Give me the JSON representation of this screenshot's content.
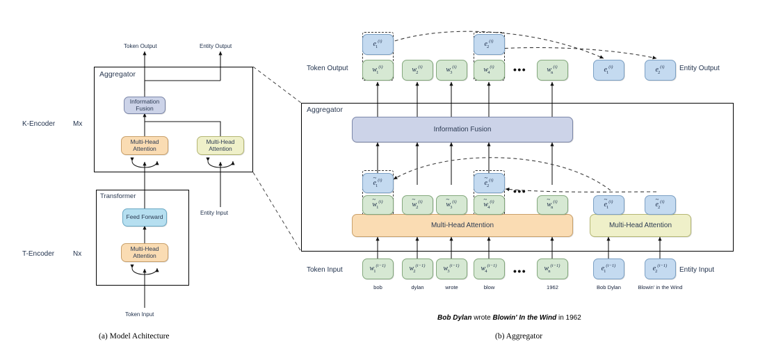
{
  "figure": {
    "caption_a": "(a) Model Achitecture",
    "caption_b": "(b) Aggregator"
  },
  "palette": {
    "information_fusion": "#ccd3e8",
    "token_attention": "#fadcb3",
    "entity_attention": "#eff0c9",
    "feed_forward": "#b6dff0",
    "token_node": "#d6e8d3",
    "entity_node": "#c4daf0",
    "outline": "#000000"
  },
  "panel_a": {
    "encoders": [
      {
        "name": "K-Encoder",
        "repeat": "Mx"
      },
      {
        "name": "T-Encoder",
        "repeat": "Nx"
      }
    ],
    "aggregator_label": "Aggregator",
    "transformer_label": "Transformer",
    "blocks": {
      "information_fusion": "Information Fusion",
      "multi_head_attention": "Multi-Head Attention",
      "feed_forward": "Feed Forward"
    },
    "io_labels": {
      "token_output": "Token Output",
      "entity_output": "Entity Output",
      "token_input": "Token Input",
      "entity_input": "Entity Input"
    }
  },
  "panel_b": {
    "aggregator_label": "Aggregator",
    "information_fusion": "Information Fusion",
    "token_attention": "Multi-Head Attention",
    "entity_attention": "Multi-Head Attention",
    "io_labels": {
      "token_output": "Token Output",
      "entity_output": "Entity Output",
      "token_input": "Token Input",
      "entity_input": "Entity Input"
    },
    "ellipsis": "•••",
    "sentence": {
      "part1": "Bob Dylan",
      "part2": " wrote ",
      "part3": "Blowin' In the Wind",
      "part4": " in 1962"
    },
    "rows": {
      "output": {
        "superscript": "(i)",
        "tilde": false,
        "tokens": [
          {
            "base": "w",
            "sub": "1"
          },
          {
            "base": "w",
            "sub": "2"
          },
          {
            "base": "w",
            "sub": "3"
          },
          {
            "base": "w",
            "sub": "4"
          },
          {
            "base": "w",
            "sub": "n"
          }
        ],
        "stacked_entities": [
          {
            "base": "e",
            "sub": "1",
            "over_token_index": 0
          },
          {
            "base": "e",
            "sub": "2",
            "over_token_index": 3
          }
        ],
        "entities": [
          {
            "base": "e",
            "sub": "1"
          },
          {
            "base": "e",
            "sub": "2"
          }
        ]
      },
      "hidden": {
        "superscript": "(i)",
        "tilde": true,
        "tokens": [
          {
            "base": "w",
            "sub": "1"
          },
          {
            "base": "w",
            "sub": "2"
          },
          {
            "base": "w",
            "sub": "3"
          },
          {
            "base": "w",
            "sub": "4"
          },
          {
            "base": "w",
            "sub": "n"
          }
        ],
        "stacked_entities": [
          {
            "base": "e",
            "sub": "1",
            "over_token_index": 0
          },
          {
            "base": "e",
            "sub": "2",
            "over_token_index": 3
          }
        ],
        "entities": [
          {
            "base": "e",
            "sub": "1"
          },
          {
            "base": "e",
            "sub": "2"
          }
        ]
      },
      "input": {
        "superscript": "(i−1)",
        "tilde": false,
        "tokens": [
          {
            "base": "w",
            "sub": "1",
            "word": "bob"
          },
          {
            "base": "w",
            "sub": "2",
            "word": "dylan"
          },
          {
            "base": "w",
            "sub": "3",
            "word": "wrote"
          },
          {
            "base": "w",
            "sub": "4",
            "word": "blow"
          },
          {
            "base": "w",
            "sub": "n",
            "word": "1962"
          }
        ],
        "entities": [
          {
            "base": "e",
            "sub": "1",
            "word": "Bob Dylan"
          },
          {
            "base": "e",
            "sub": "2",
            "word": "Blowin' in the Wind"
          }
        ]
      }
    }
  }
}
